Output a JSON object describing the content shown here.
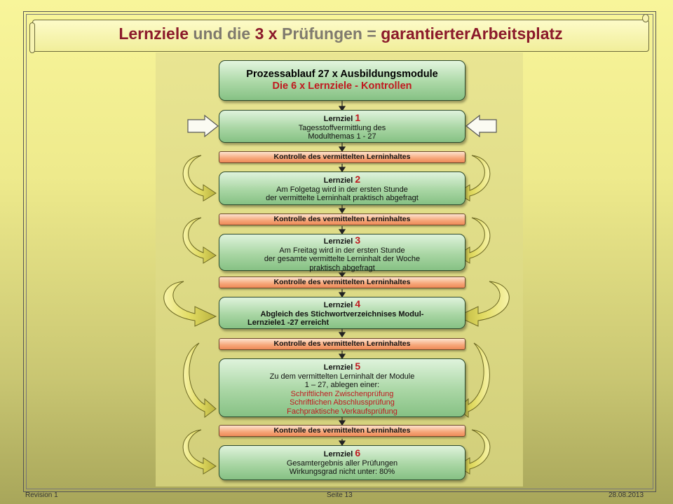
{
  "title": {
    "p1": "Lernziele",
    "p2": " und die ",
    "p3": "3 x",
    "p4": " Prüfungen = ",
    "p5": "garantierterArbeitsplatz"
  },
  "header_box": {
    "line1": "Prozessablauf 27 x Ausbildungsmodule",
    "line2": "Die 6 x  Lernziele - Kontrollen"
  },
  "control_label": "Kontrolle des vermittelten Lerninhaltes",
  "lernziel_label": "Lernziel",
  "steps": [
    {
      "num": "1",
      "lines": [
        "Tagesstoffvermittlung des",
        "Modulthemas 1 - 27"
      ]
    },
    {
      "num": "2",
      "lines": [
        "Am Folgetag wird in der ersten Stunde",
        "der vermittelte Lerninhalt praktisch abgefragt"
      ]
    },
    {
      "num": "3",
      "lines": [
        "Am Freitag wird in der ersten Stunde",
        "der gesamte vermittelte Lerninhalt der Woche",
        "praktisch abgefragt"
      ]
    },
    {
      "num": "4",
      "lines": [
        "Abgleich des Stichwortverzeichnises Modul-",
        "Lernziele1 -27  erreicht"
      ]
    },
    {
      "num": "5",
      "lines": [
        "Zu dem vermittelten Lerninhalt der Module",
        "1 – 27, ablegen einer:"
      ],
      "red_lines": [
        "Schriftlichen Zwischenprüfung",
        "Schriftlichen Abschlussprüfung",
        "Fachpraktische Verkaufsprüfung"
      ]
    },
    {
      "num": "6",
      "lines": [
        "Gesamtergebnis aller Prüfungen",
        "Wirkungsgrad nicht unter: 80%"
      ]
    }
  ],
  "footer": {
    "left": "Revision 1",
    "center": "Seite 13",
    "right": "28.08.2013"
  }
}
